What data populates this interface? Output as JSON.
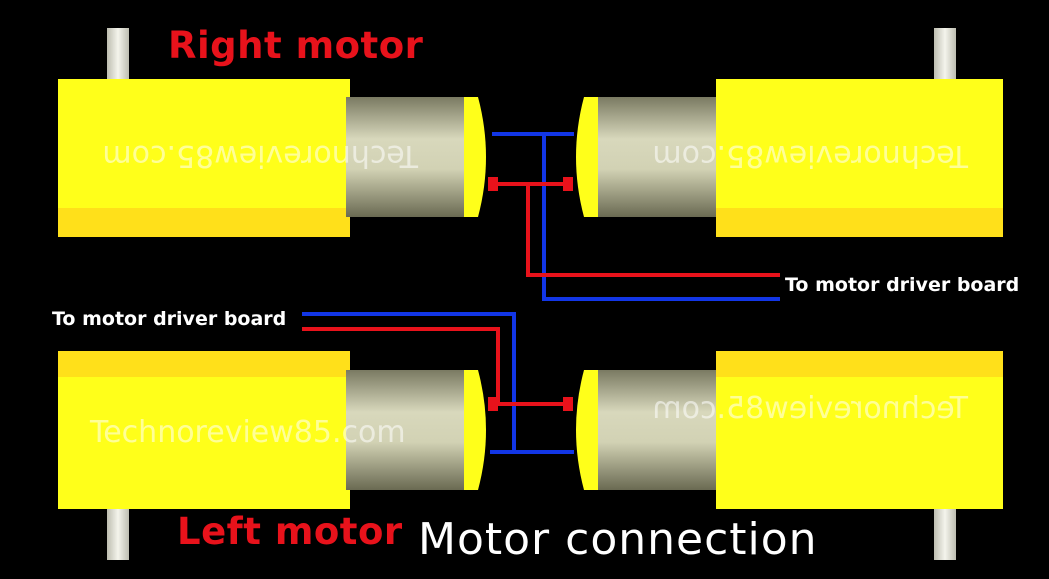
{
  "labels": {
    "right_motor": "Right motor",
    "left_motor": "Left motor",
    "driver_right": "To motor driver board",
    "driver_left": "To motor driver board",
    "caption": "Motor connection"
  },
  "watermark": "Technoreview85.com",
  "colors": {
    "background": "#000000",
    "gearbox_yellow": "#ffff1a",
    "gearbox_stripe": "#ffe01a",
    "wire_red": "#e8121b",
    "wire_blue": "#1236e6",
    "label_red": "#e8121b",
    "text_white": "#ffffff"
  }
}
